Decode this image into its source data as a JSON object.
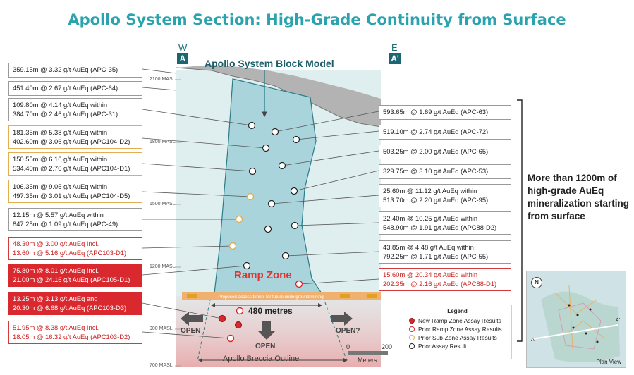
{
  "title": "Apollo System Section: High-Grade Continuity from Surface",
  "west_letter": "W",
  "west_marker": "A",
  "east_letter": "E",
  "east_marker": "A'",
  "block_model_label": "Apollo System Block Model",
  "elevation_labels": [
    "2100 MASL",
    "1800 MASL",
    "1500 MASL",
    "1200 MASL",
    "900 MASL",
    "700 MASL"
  ],
  "left_intercepts": [
    {
      "lines": [
        "359.15m @ 3.32 g/t AuEq (APC-35)"
      ],
      "style": "grey"
    },
    {
      "lines": [
        "451.40m @ 2.67 g/t AuEq (APC-64)"
      ],
      "style": "grey"
    },
    {
      "lines": [
        "109.80m @ 4.14 g/t AuEq within",
        "384.70m @ 2.46 g/t AuEq (APC-31)"
      ],
      "style": "grey"
    },
    {
      "lines": [
        "181.35m @ 5.38 g/t AuEq within",
        "402.60m @ 3.06 g/t AuEq (APC104-D2)"
      ],
      "style": "orange"
    },
    {
      "lines": [
        "150.55m @ 6.16 g/t AuEq within",
        "534.40m @ 2.70 g/t AuEq (APC104-D1)"
      ],
      "style": "orange"
    },
    {
      "lines": [
        "106.35m @ 9.05 g/t AuEq within",
        "497.35m @ 3.01 g/t AuEq (APC104-D5)"
      ],
      "style": "orange"
    },
    {
      "lines": [
        "12.15m @ 5.57 g/t AuEq within",
        "847.25m @ 1.09 g/t AuEq (APC-49)"
      ],
      "style": "grey"
    },
    {
      "lines": [
        "48.30m @ 3.00 g/t AuEq Incl.",
        "13.60m @ 5.16 g/t AuEq (APC103-D1)"
      ],
      "style": "redb"
    },
    {
      "lines": [
        "75.80m @ 8.01 g/t AuEq Incl.",
        "21.00m @ 24.16 g/t AuEq (APC105-D1)"
      ],
      "style": "redfill"
    },
    {
      "lines": [
        "13.25m @ 3.13 g/t AuEq and",
        "20.30m @ 6.68 g/t AuEq (APC103-D3)"
      ],
      "style": "redfill"
    },
    {
      "lines": [
        "51.95m @ 8.38 g/t AuEq Incl.",
        "18.05m @ 16.32 g/t AuEq (APC103-D2)"
      ],
      "style": "redb"
    }
  ],
  "right_intercepts": [
    {
      "lines": [
        "593.65m @ 1.69 g/t AuEq (APC-63)"
      ],
      "style": "grey"
    },
    {
      "lines": [
        "519.10m @ 2.74 g/t AuEq (APC-72)"
      ],
      "style": "grey"
    },
    {
      "lines": [
        "503.25m @ 2.00 g/t AuEq (APC-65)"
      ],
      "style": "grey"
    },
    {
      "lines": [
        "329.75m @ 3.10 g/t AuEq (APC-53)"
      ],
      "style": "grey"
    },
    {
      "lines": [
        "25.60m @ 11.12 g/t AuEq within",
        "513.70m @ 2.20 g/t AuEq (APC-95)"
      ],
      "style": "grey"
    },
    {
      "lines": [
        "22.40m @ 10.25 g/t AuEq within",
        "548.90m @ 1.91 g/t AuEq (APC88-D2)"
      ],
      "style": "grey"
    },
    {
      "lines": [
        "43.85m @ 4.48 g/t AuEq within",
        "792.25m @ 1.71 g/t AuEq (APC-55)"
      ],
      "style": "grey"
    },
    {
      "lines": [
        "15.60m @ 20.34 g/t AuEq within",
        "202.35m @ 2.16 g/t AuEq (APC88-D1)"
      ],
      "style": "redb"
    }
  ],
  "ramp_zone_label": "Ramp Zone",
  "tunnel_label": "Proposed access tunnel for future underground mining",
  "distance_label": "480 metres",
  "open_left": "OPEN",
  "open_down": "OPEN",
  "open_right": "OPEN?",
  "breccia_label": "Apollo Breccia Outline",
  "scale": {
    "start": "0",
    "end": "200",
    "unit": "Meters"
  },
  "right_note": "More than 1200m of high-grade AuEq mineralization starting from surface",
  "legend": {
    "title": "Legend",
    "items": [
      {
        "label": "New Ramp Zone Assay Results",
        "fill": "#d9282e",
        "stroke": "#9c1b1b"
      },
      {
        "label": "Prior Ramp Zone Assay Results",
        "fill": "#ffffff",
        "stroke": "#d9282e"
      },
      {
        "label": "Prior Sub-Zone Assay Results",
        "fill": "#ffffff",
        "stroke": "#e3ad54"
      },
      {
        "label": "Prior Assay Result",
        "fill": "#ffffff",
        "stroke": "#222222"
      }
    ]
  },
  "plan_view": {
    "label": "Plan View",
    "north": "N",
    "marker_left": "A",
    "marker_right": "A'"
  },
  "colors": {
    "accent": "#2aa3ae",
    "red": "#d9282e",
    "orange": "#e3ad54",
    "breccia": "#a9d4dc"
  }
}
